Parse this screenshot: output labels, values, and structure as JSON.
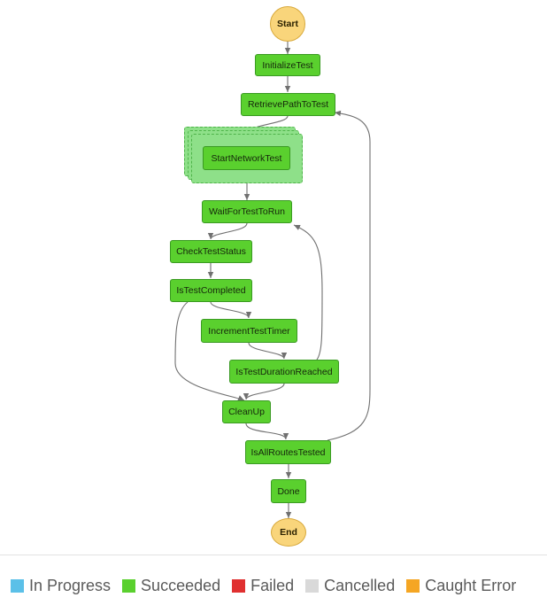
{
  "diagram": {
    "start": "Start",
    "end": "End",
    "states": {
      "initialize_test": "InitializeTest",
      "retrieve_path_to_test": "RetrievePathToTest",
      "start_network_test": "StartNetworkTest",
      "wait_for_test_to_run": "WaitForTestToRun",
      "check_test_status": "CheckTestStatus",
      "is_test_completed": "IsTestCompleted",
      "increment_test_timer": "IncrementTestTimer",
      "is_test_duration_reached": "IsTestDurationReached",
      "clean_up": "CleanUp",
      "is_all_routes_tested": "IsAllRoutesTested",
      "done": "Done"
    },
    "colors": {
      "succeeded": "#5ad02e",
      "map_stack": "#8ee089",
      "start_end": "#f9d57b",
      "edge": "#707070"
    }
  },
  "legend": [
    {
      "label": "In Progress",
      "color": "#5bc0e8"
    },
    {
      "label": "Succeeded",
      "color": "#5ad02e"
    },
    {
      "label": "Failed",
      "color": "#e03030"
    },
    {
      "label": "Cancelled",
      "color": "#d9d9d9"
    },
    {
      "label": "Caught Error",
      "color": "#f5a623"
    }
  ]
}
